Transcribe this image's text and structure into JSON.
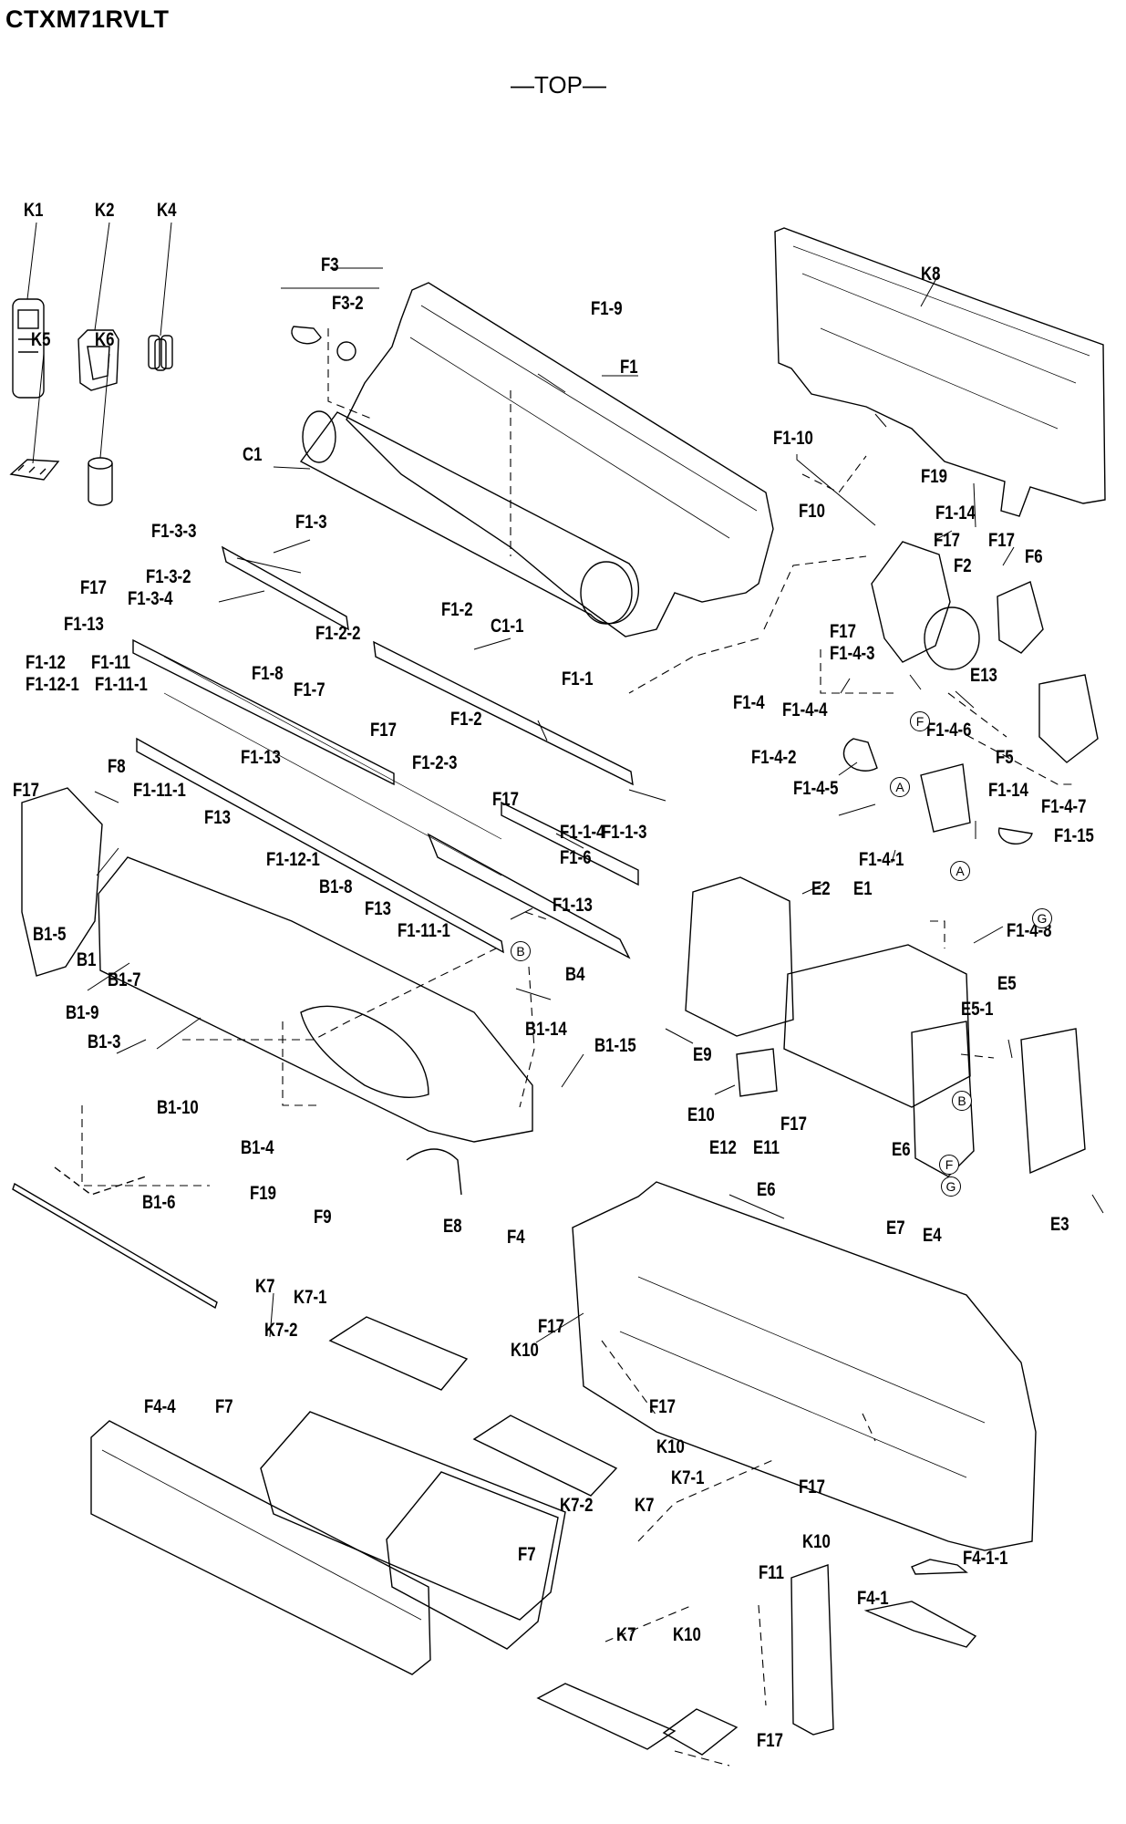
{
  "header": {
    "model": "CTXM71RVLT",
    "view": "—TOP—"
  },
  "labels": [
    {
      "id": "K1",
      "text": "K1"
    },
    {
      "id": "K2",
      "text": "K2"
    },
    {
      "id": "K4",
      "text": "K4"
    },
    {
      "id": "K5",
      "text": "K5"
    },
    {
      "id": "K6",
      "text": "K6"
    },
    {
      "id": "K8",
      "text": "K8"
    },
    {
      "id": "F3",
      "text": "F3"
    },
    {
      "id": "F3-2",
      "text": "F3-2"
    },
    {
      "id": "F1-9",
      "text": "F1-9"
    },
    {
      "id": "F1",
      "text": "F1"
    },
    {
      "id": "C1",
      "text": "C1"
    },
    {
      "id": "F1-10",
      "text": "F1-10"
    },
    {
      "id": "F19a",
      "text": "F19"
    },
    {
      "id": "F1-3-3",
      "text": "F1-3-3"
    },
    {
      "id": "F1-3",
      "text": "F1-3"
    },
    {
      "id": "F10",
      "text": "F10"
    },
    {
      "id": "F1-14a",
      "text": "F1-14"
    },
    {
      "id": "F17a",
      "text": "F17"
    },
    {
      "id": "F17b",
      "text": "F17"
    },
    {
      "id": "F2",
      "text": "F2"
    },
    {
      "id": "F6a",
      "text": "F6"
    },
    {
      "id": "F1-3-2",
      "text": "F1-3-2"
    },
    {
      "id": "F17c",
      "text": "F17"
    },
    {
      "id": "F1-3-4",
      "text": "F1-3-4"
    },
    {
      "id": "F1-2",
      "text": "F1-2"
    },
    {
      "id": "C1-1",
      "text": "C1-1"
    },
    {
      "id": "F1-13a",
      "text": "F1-13"
    },
    {
      "id": "F1-12",
      "text": "F1-12"
    },
    {
      "id": "F1-11",
      "text": "F1-11"
    },
    {
      "id": "F1-12-1a",
      "text": "F1-12-1"
    },
    {
      "id": "F1-11-1a",
      "text": "F1-11-1"
    },
    {
      "id": "F1-8",
      "text": "F1-8"
    },
    {
      "id": "F1-2-2",
      "text": "F1-2-2"
    },
    {
      "id": "F17d",
      "text": "F17"
    },
    {
      "id": "F1-4-3",
      "text": "F1-4-3"
    },
    {
      "id": "E13",
      "text": "E13"
    },
    {
      "id": "F1-1",
      "text": "F1-1"
    },
    {
      "id": "F1-7",
      "text": "F1-7"
    },
    {
      "id": "F1-4",
      "text": "F1-4"
    },
    {
      "id": "F1-4-4",
      "text": "F1-4-4"
    },
    {
      "id": "F17e",
      "text": "F17"
    },
    {
      "id": "F1-2a",
      "text": "F1-2"
    },
    {
      "id": "F1-4-6",
      "text": "F1-4-6"
    },
    {
      "id": "F5",
      "text": "F5"
    },
    {
      "id": "F1-13b",
      "text": "F1-13"
    },
    {
      "id": "F1-2-3",
      "text": "F1-2-3"
    },
    {
      "id": "F1-4-2",
      "text": "F1-4-2"
    },
    {
      "id": "F17f",
      "text": "F17"
    },
    {
      "id": "F8",
      "text": "F8"
    },
    {
      "id": "F1-11-1b",
      "text": "F1-11-1"
    },
    {
      "id": "F1-14b",
      "text": "F1-14"
    },
    {
      "id": "F1-4-5",
      "text": "F1-4-5"
    },
    {
      "id": "F1-4-7",
      "text": "F1-4-7"
    },
    {
      "id": "F13a",
      "text": "F13"
    },
    {
      "id": "F17g",
      "text": "F17"
    },
    {
      "id": "F1-1-4",
      "text": "F1-1-4"
    },
    {
      "id": "F1-1-3",
      "text": "F1-1-3"
    },
    {
      "id": "F1-15",
      "text": "F1-15"
    },
    {
      "id": "F1-6",
      "text": "F1-6"
    },
    {
      "id": "F1-12-1b",
      "text": "F1-12-1"
    },
    {
      "id": "F1-4-1",
      "text": "F1-4-1"
    },
    {
      "id": "B1-8",
      "text": "B1-8"
    },
    {
      "id": "E2",
      "text": "E2"
    },
    {
      "id": "E1",
      "text": "E1"
    },
    {
      "id": "F1-13c",
      "text": "F1-13"
    },
    {
      "id": "F13b",
      "text": "F13"
    },
    {
      "id": "B1-5",
      "text": "B1-5"
    },
    {
      "id": "F1-11-1c",
      "text": "F1-11-1"
    },
    {
      "id": "F1-4-8",
      "text": "F1-4-8"
    },
    {
      "id": "B1",
      "text": "B1"
    },
    {
      "id": "B1-7",
      "text": "B1-7"
    },
    {
      "id": "B4",
      "text": "B4"
    },
    {
      "id": "E5",
      "text": "E5"
    },
    {
      "id": "E5-1",
      "text": "E5-1"
    },
    {
      "id": "B1-9",
      "text": "B1-9"
    },
    {
      "id": "B1-14",
      "text": "B1-14"
    },
    {
      "id": "B1-3",
      "text": "B1-3"
    },
    {
      "id": "B1-15",
      "text": "B1-15"
    },
    {
      "id": "E9",
      "text": "E9"
    },
    {
      "id": "B1-10",
      "text": "B1-10"
    },
    {
      "id": "E10",
      "text": "E10"
    },
    {
      "id": "F17h",
      "text": "F17"
    },
    {
      "id": "B1-4",
      "text": "B1-4"
    },
    {
      "id": "E12",
      "text": "E12"
    },
    {
      "id": "E11",
      "text": "E11"
    },
    {
      "id": "E6a",
      "text": "E6"
    },
    {
      "id": "F19b",
      "text": "F19"
    },
    {
      "id": "B1-6",
      "text": "B1-6"
    },
    {
      "id": "E6b",
      "text": "E6"
    },
    {
      "id": "F9",
      "text": "F9"
    },
    {
      "id": "E8",
      "text": "E8"
    },
    {
      "id": "E7",
      "text": "E7"
    },
    {
      "id": "E4",
      "text": "E4"
    },
    {
      "id": "E3",
      "text": "E3"
    },
    {
      "id": "F4",
      "text": "F4"
    },
    {
      "id": "K7a",
      "text": "K7"
    },
    {
      "id": "K7-1a",
      "text": "K7-1"
    },
    {
      "id": "K7-2a",
      "text": "K7-2"
    },
    {
      "id": "F17i",
      "text": "F17"
    },
    {
      "id": "K10a",
      "text": "K10"
    },
    {
      "id": "F4-4",
      "text": "F4-4"
    },
    {
      "id": "F7a",
      "text": "F7"
    },
    {
      "id": "F17j",
      "text": "F17"
    },
    {
      "id": "K10b",
      "text": "K10"
    },
    {
      "id": "K7-1b",
      "text": "K7-1"
    },
    {
      "id": "F17k",
      "text": "F17"
    },
    {
      "id": "K7-2b",
      "text": "K7-2"
    },
    {
      "id": "K7b",
      "text": "K7"
    },
    {
      "id": "K10c",
      "text": "K10"
    },
    {
      "id": "F7b",
      "text": "F7"
    },
    {
      "id": "F4-1-1",
      "text": "F4-1-1"
    },
    {
      "id": "F11",
      "text": "F11"
    },
    {
      "id": "F4-1",
      "text": "F4-1"
    },
    {
      "id": "K7c",
      "text": "K7"
    },
    {
      "id": "K10d",
      "text": "K10"
    },
    {
      "id": "F17l",
      "text": "F17"
    }
  ],
  "connectors": [
    {
      "id": "cA1",
      "text": "A"
    },
    {
      "id": "cA2",
      "text": "A"
    },
    {
      "id": "cB1",
      "text": "B"
    },
    {
      "id": "cB2",
      "text": "B"
    },
    {
      "id": "cF1",
      "text": "F"
    },
    {
      "id": "cF2",
      "text": "F"
    },
    {
      "id": "cG1",
      "text": "G"
    },
    {
      "id": "cG2",
      "text": "G"
    }
  ]
}
